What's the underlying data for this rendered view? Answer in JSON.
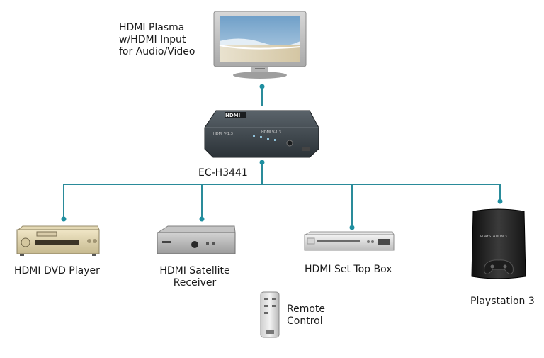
{
  "tv": {
    "label": "HDMI Plasma\nw/HDMI Input\nfor Audio/Video"
  },
  "switch": {
    "label": "EC-H3441",
    "logo_text": "HDMI",
    "face_text_left": "HDMI V-1.3",
    "face_text_right": "HDMI V-1.3"
  },
  "devices": [
    {
      "label": "HDMI DVD Player"
    },
    {
      "label": "HDMI Satellite\nReceiver"
    },
    {
      "label": "HDMI Set Top Box"
    },
    {
      "label": "Playstation 3",
      "brand_text": "PLAYSTATION 3"
    }
  ],
  "remote": {
    "label": "Remote\nControl"
  },
  "colors": {
    "connector": "#1f8fa0",
    "line": "#2a8b9a"
  }
}
